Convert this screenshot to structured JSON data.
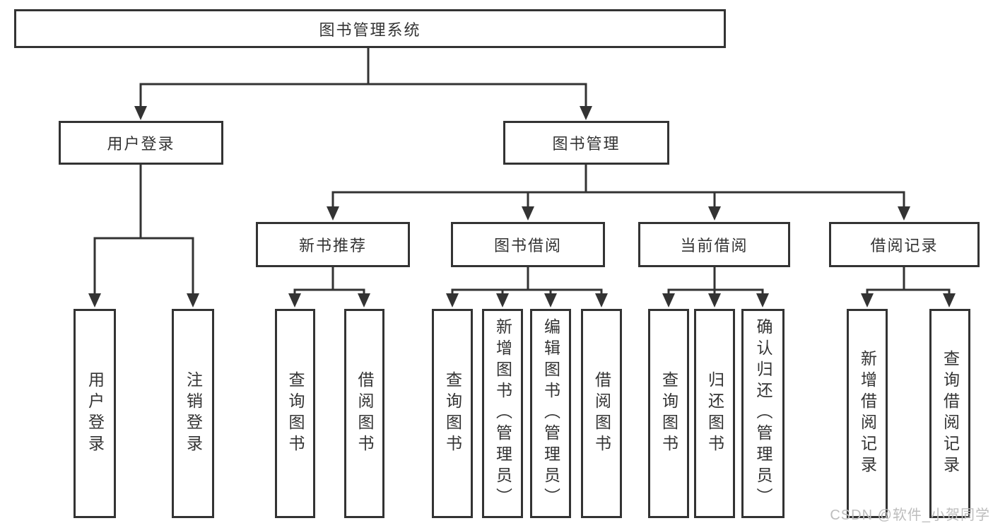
{
  "diagram_type": "hierarchy-tree",
  "tree": {
    "label": "图书管理系统",
    "children": [
      {
        "label": "用户登录",
        "children": [
          {
            "label": "用户登录"
          },
          {
            "label": "注销登录"
          }
        ]
      },
      {
        "label": "图书管理",
        "children": [
          {
            "label": "新书推荐",
            "children": [
              {
                "label": "查询图书"
              },
              {
                "label": "借阅图书"
              }
            ]
          },
          {
            "label": "图书借阅",
            "children": [
              {
                "label": "查询图书"
              },
              {
                "label": "新增图书（管理员）"
              },
              {
                "label": "编辑图书（管理员）"
              },
              {
                "label": "借阅图书"
              }
            ]
          },
          {
            "label": "当前借阅",
            "children": [
              {
                "label": "查询图书"
              },
              {
                "label": "归还图书"
              },
              {
                "label": "确认归还（管理员）"
              }
            ]
          },
          {
            "label": "借阅记录",
            "children": [
              {
                "label": "新增借阅记录"
              },
              {
                "label": "查询借阅记录"
              }
            ]
          }
        ]
      }
    ]
  },
  "colors": {
    "line": "#333333",
    "box_border": "#333333",
    "text": "#333333",
    "watermark": "#bdbdbd",
    "background": "#ffffff"
  },
  "watermark": {
    "text": "CSDN @软件_小贺同学"
  }
}
